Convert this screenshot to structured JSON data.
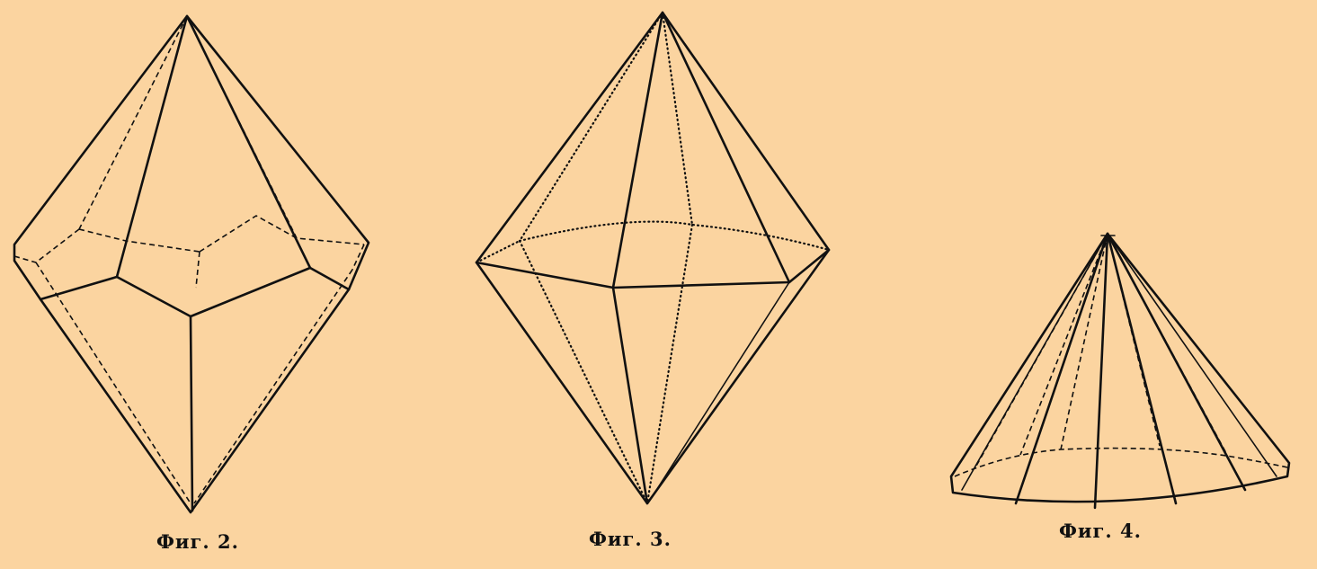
{
  "figures": [
    {
      "id": "fig2",
      "caption": "Фиг. 2."
    },
    {
      "id": "fig3",
      "caption": "Фиг. 3."
    },
    {
      "id": "fig4",
      "caption": "Фиг. 4."
    }
  ],
  "colors": {
    "background": "#FBD4A0",
    "ink": "#111111"
  }
}
